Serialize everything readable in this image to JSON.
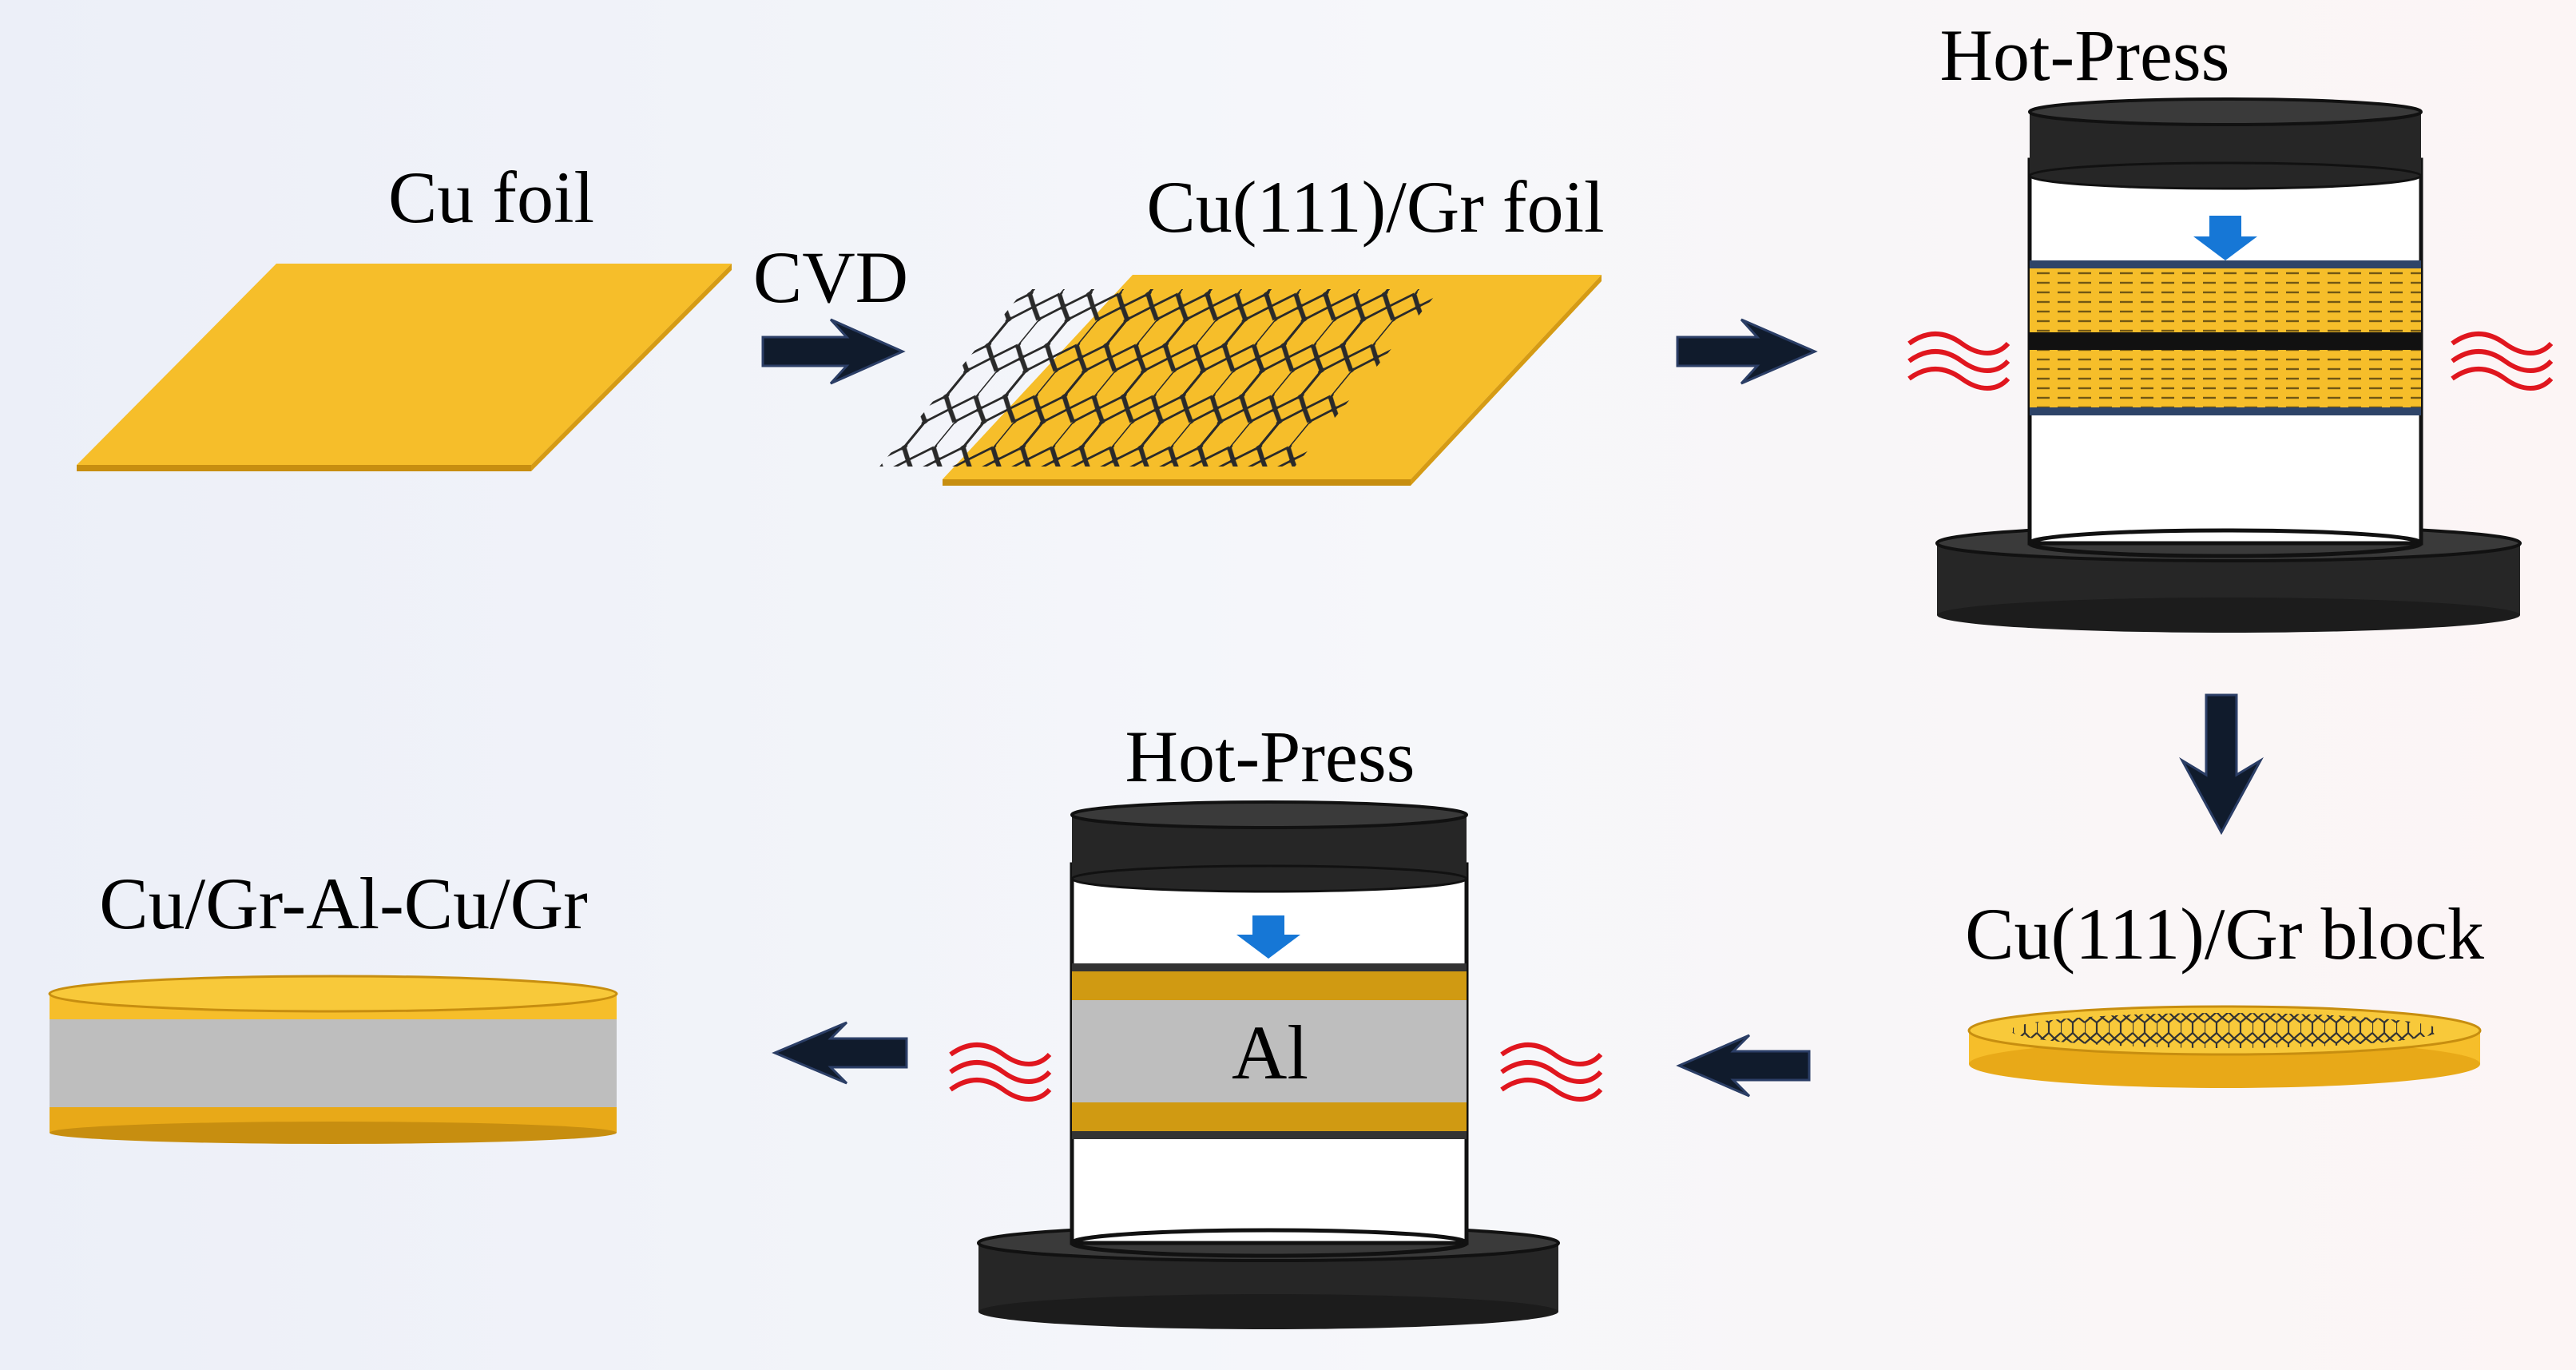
{
  "labels": {
    "cu_foil": "Cu foil",
    "cvd": "CVD",
    "cu111_gr_foil": "Cu(111)/Gr foil",
    "hot_press_top": "Hot-Press",
    "cu111_gr_block": "Cu(111)/Gr block",
    "hot_press_bottom": "Hot-Press",
    "al": "Al",
    "cu_gr_al_cu_gr": "Cu/Gr-Al-Cu/Gr"
  },
  "colors": {
    "copper": "#F6BE2A",
    "copper_dark": "#C78E10",
    "press": "#262626",
    "aluminum": "#BEBEBE",
    "press_arrow": "#1677D6",
    "heat_wave": "#E0161E",
    "flow_arrow": "#101B2C"
  }
}
